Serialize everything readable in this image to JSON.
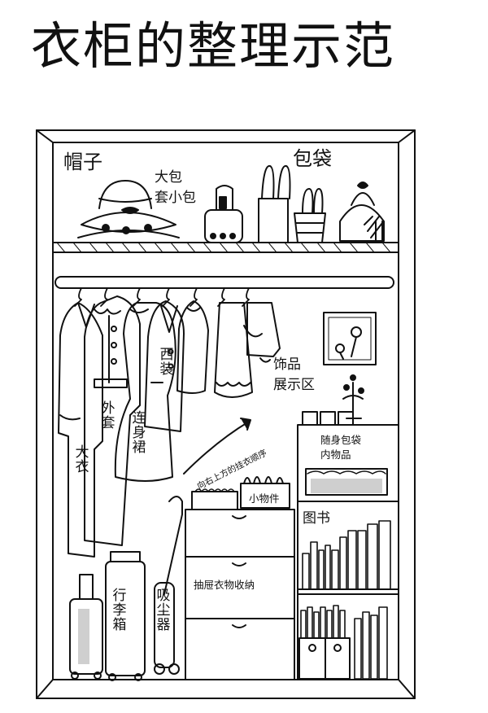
{
  "title": "衣柜的整理示范",
  "labels": {
    "hats": "帽子",
    "bags": "包袋",
    "bag_cover": "大包\n套小包",
    "coat": "大衣",
    "jacket": "外套",
    "dress": "连身裙",
    "suit": "西装",
    "display": "饰品\n展示区",
    "hang_order": "向右上方的挂衣顺序",
    "small_items": "小物件",
    "inner_bags": "随身包袋\n内物品",
    "books": "图书",
    "drawer": "抽屉衣物收纳",
    "luggage": "行李箱",
    "vacuum": "吸尘器"
  }
}
